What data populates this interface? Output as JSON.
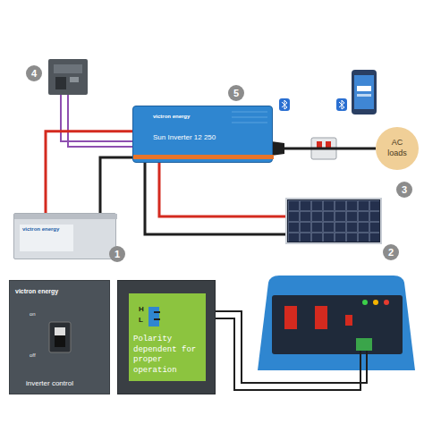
{
  "diagram": {
    "nodes": [
      {
        "text": [
          "victron energy",
          "Sun Inverter 12 250"
        ]
      },
      {
        "text": [
          "victron energy"
        ]
      },
      {
        "text": [
          "AC loads"
        ]
      },
      {
        "text": [
          "victron energy",
          "on",
          "off",
          "inverter control"
        ]
      },
      {
        "text": [
          "H",
          "L",
          "Polarity dependent for proper operation"
        ]
      }
    ],
    "edges": [
      {
        "from": 1,
        "to": 0,
        "arrow": "none"
      },
      {
        "from": 0,
        "to": 2,
        "arrow": "none"
      }
    ],
    "labels": [
      "4",
      "5",
      "1",
      "2",
      "3"
    ]
  }
}
